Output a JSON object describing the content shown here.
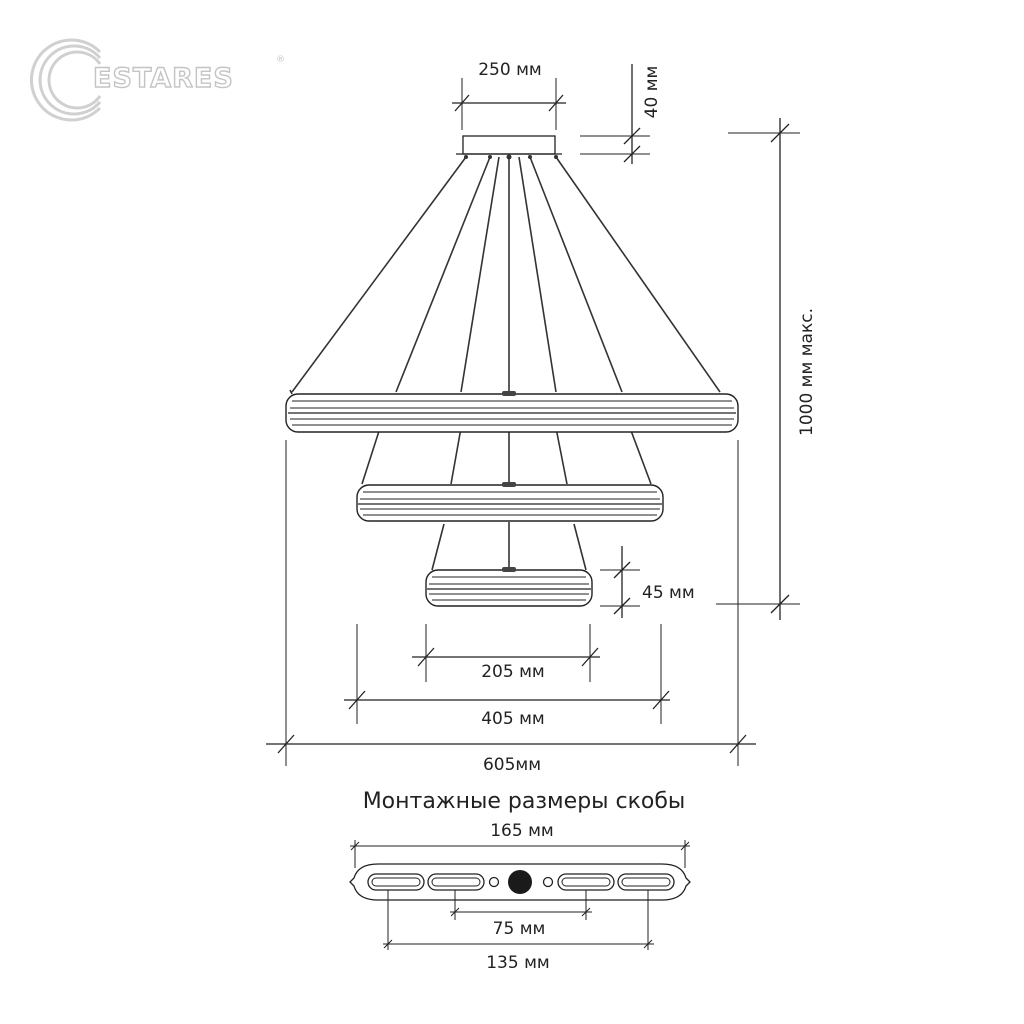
{
  "brand": {
    "name": "ESTARES",
    "registered": "®"
  },
  "dimensions": {
    "canopy_width": "250 мм",
    "canopy_height": "40 мм",
    "max_height": "1000 мм макс.",
    "ring_height": "45 мм",
    "small_ring": "205 мм",
    "medium_ring": "405 мм",
    "large_ring": "605мм"
  },
  "bracket": {
    "title": "Монтажные размеры скобы",
    "total_length": "165 мм",
    "inner_spacing": "75 мм",
    "outer_spacing": "135 мм"
  },
  "colors": {
    "line": "#222222",
    "logo": "#c4c4c4"
  }
}
